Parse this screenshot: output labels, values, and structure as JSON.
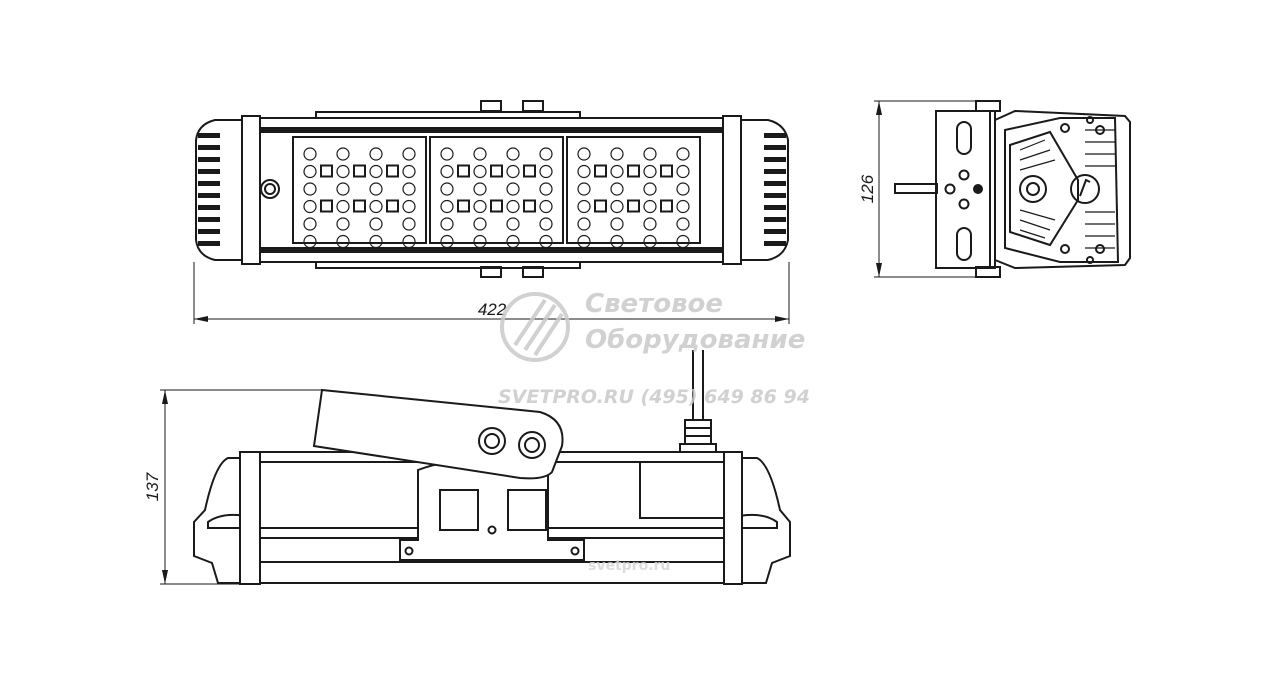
{
  "dimensions": {
    "length": "422",
    "height_side": "137",
    "height_end": "126"
  },
  "watermark": {
    "line1": "Световое",
    "line2": "Оборудование",
    "contact": "SVETPRO.RU   (495) 649 86 94",
    "site": "svetpro.ru"
  }
}
